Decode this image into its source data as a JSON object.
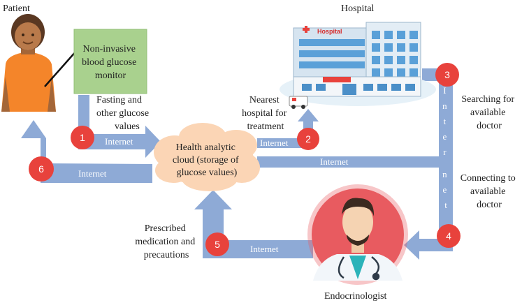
{
  "titles": {
    "patient": "Patient",
    "hospital": "Hospital",
    "endocrinologist": "Endocrinologist"
  },
  "monitor": [
    "Non-invasive",
    "blood glucose",
    "monitor"
  ],
  "cloud": [
    "Health analytic",
    "cloud (storage of",
    "glucose values)"
  ],
  "hospital_sign": "Hospital",
  "notes": {
    "fasting": [
      "Fasting and",
      "other glucose",
      "values"
    ],
    "nearest": [
      "Nearest",
      "hospital for",
      "treatment"
    ],
    "searching": [
      "Searching for",
      "available",
      "doctor"
    ],
    "connecting": [
      "Connecting to",
      "available",
      "doctor"
    ],
    "prescribed": [
      "Prescribed",
      "medication and",
      "precautions"
    ]
  },
  "internet": {
    "step1": "Internet",
    "step2": "Internet",
    "step6": "Internet",
    "cloud_line": "Internet",
    "step5": "Internet",
    "vertical": [
      "I",
      "n",
      "t",
      "e",
      "r",
      "n",
      "e",
      "t"
    ]
  },
  "steps": [
    "1",
    "2",
    "3",
    "4",
    "5",
    "6"
  ],
  "colors": {
    "arrow": "#8eaad6",
    "step_circle": "#e8423c",
    "monitor_fill": "#a9d18e",
    "cloud_fill": "#fbd5b5",
    "doctor_bg": "#e85b60"
  },
  "icons": [
    "patient-icon",
    "hospital-building-icon",
    "ambulance-icon",
    "doctor-icon",
    "stethoscope-icon"
  ]
}
